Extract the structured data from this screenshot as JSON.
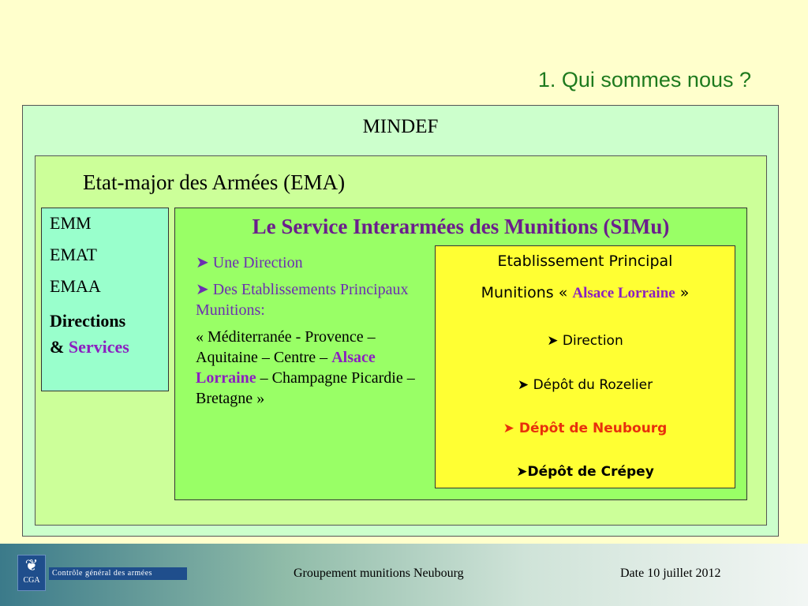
{
  "title": "1. Qui sommes nous ?",
  "mindef": {
    "label": "MINDEF"
  },
  "ema": {
    "label": "Etat-major des Armées (EMA)"
  },
  "left_box": {
    "items": [
      "EMM",
      "EMAT",
      "EMAA"
    ],
    "directions": "Directions",
    "amp": "& ",
    "services": "Services"
  },
  "simu": {
    "title": "Le Service Interarmées des Munitions (SIMu)",
    "bullet_glyph": "➤",
    "item1": "Une Direction",
    "item2": "Des Etablissements Principaux Munitions:",
    "list_part1": "« Méditerranée -  Provence – Aquitaine – Centre – ",
    "list_alsace": "Alsace Lorraine",
    "list_part2": " – Champagne Picardie – Bretagne »"
  },
  "epm": {
    "title_line1": "Etablissement Principal",
    "title_line2_prefix": "Munitions «  ",
    "alsace": "Alsace Lorraine",
    "title_line2_suffix": "  »",
    "items": [
      "Direction",
      "Dépôt du Rozelier",
      "Dépôt de Neubourg",
      "Dépôt de Crépey"
    ]
  },
  "footer": {
    "logo_text": "CGA",
    "org_name": "Contrôle général des armées",
    "center": "Groupement munitions Neubourg",
    "date": "Date 10 juillet 2012"
  },
  "colors": {
    "background": "#FFFFCC",
    "mindef_box": "#CCFFCC",
    "ema_box": "#CCFF99",
    "left_box": "#99FFCC",
    "simu_box": "#99FF66",
    "epm_box": "#FFFF33",
    "title_green": "#1E7A1E",
    "purple": "#8B1FC0",
    "red": "#E8300C"
  }
}
